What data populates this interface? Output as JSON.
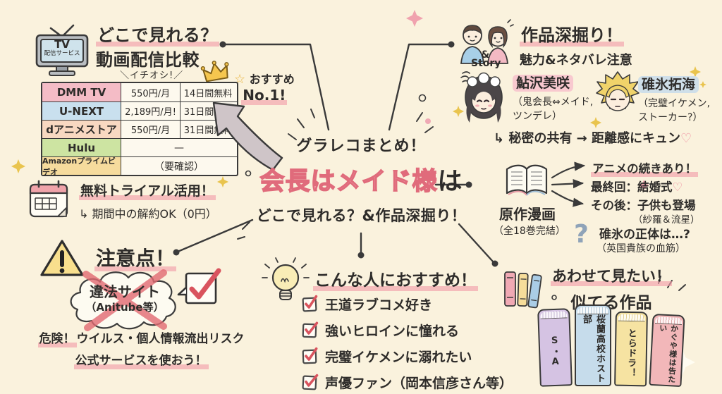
{
  "colors": {
    "bg": "#faf2dd",
    "ink": "#3a3a3a",
    "title_pink": "#f3a8b1",
    "underline_pink": "#f2a0aa",
    "table": {
      "dmm": "#f4bcc6",
      "unext": "#c9e0ee",
      "danime": "#f8d8c1",
      "hulu": "#cde4a2",
      "amazon": "#f6db9d"
    },
    "books": {
      "sa": "#d5c3e3",
      "ouran": "#c6dceb",
      "toradora": "#f6e3a2",
      "kaguya": "#f2b7b9"
    },
    "name_hl_misaki": "#f8c9cf",
    "name_hl_usui": "#cfdfe9"
  },
  "watch": {
    "tv_icon_top": "TV",
    "tv_icon_bottom": "配信サービス",
    "title_line1": "どこで見れる？",
    "title_line2": "動画配信比較",
    "ichioshi_label": "＼イチオシ!／",
    "table_rows": [
      {
        "service": "DMM TV",
        "price": "550円/月",
        "trial": "14日間無料"
      },
      {
        "service": "U-NEXT",
        "price": "2,189円/月!",
        "trial": "31日間無料"
      },
      {
        "service": "dアニメストア",
        "price": "550円/月",
        "trial": "31日間無料"
      },
      {
        "service": "Hulu",
        "merged": "—"
      },
      {
        "service": "Amazonプライムビデオ",
        "merged": "（要確認）"
      }
    ],
    "badge_star": "☆",
    "badge_line1": "おすすめ",
    "badge_line2": "No.1!"
  },
  "trial": {
    "title": "無料トライアル活用！",
    "note": "↳ 期間中の解約OK（0円）"
  },
  "caution": {
    "title": "注意点！",
    "cloud_line1": "違法サイト",
    "cloud_line2": "（Anitube等）",
    "warn1_label": "危険！",
    "warn1_text": "ウイルス・個人情報流出リスク",
    "warn2": "公式サービスを使おう！"
  },
  "center": {
    "kicker": "グラレコまとめ！",
    "title_main": "会長はメイド様",
    "title_suffix": "は",
    "subtitle": "どこで見れる？&作品深掘り！"
  },
  "deep": {
    "duo_amp": "&",
    "duo_story": "Story",
    "title": "作品深掘り！",
    "subtitle": "魅力&ネタバレ注意",
    "char1_name": "鮎沢美咲",
    "char1_desc1": "（鬼会長⇔メイド,",
    "char1_desc2": "ツンデレ）",
    "char2_name": "碓氷拓海",
    "char2_desc1": "（完璧イケメン,",
    "char2_desc2": "ストーカー?）",
    "secret_line": "↳ 秘密の共有 → 距離感にキュン",
    "secret_heart": "♡"
  },
  "manga": {
    "title": "原作漫画",
    "subtitle": "（全18巻完結）",
    "point1": "アニメの続きあり！",
    "point2": "最終回：結婚式",
    "point2_heart": "♡",
    "point3": "その後：子供も登場",
    "point3_sub": "（紗羅＆流星）",
    "q_mark": "?",
    "q_text": "碓氷の正体は…?",
    "q_sub": "（英国貴族の血筋）"
  },
  "recommend": {
    "title": "こんな人におすすめ！",
    "items": [
      "王道ラブコメ好き",
      "強いヒロインに憧れる",
      "完璧イケメンに溺れたい",
      "声優ファン（岡本信彦さん等）"
    ]
  },
  "similar": {
    "title_line1": "あわせて見たい！",
    "title_line2": "似てる作品",
    "books": [
      {
        "title": "S・A"
      },
      {
        "title": "桜蘭高校ホスト部"
      },
      {
        "title": "とらドラ！"
      },
      {
        "title": "かぐや様は告たい"
      }
    ]
  }
}
